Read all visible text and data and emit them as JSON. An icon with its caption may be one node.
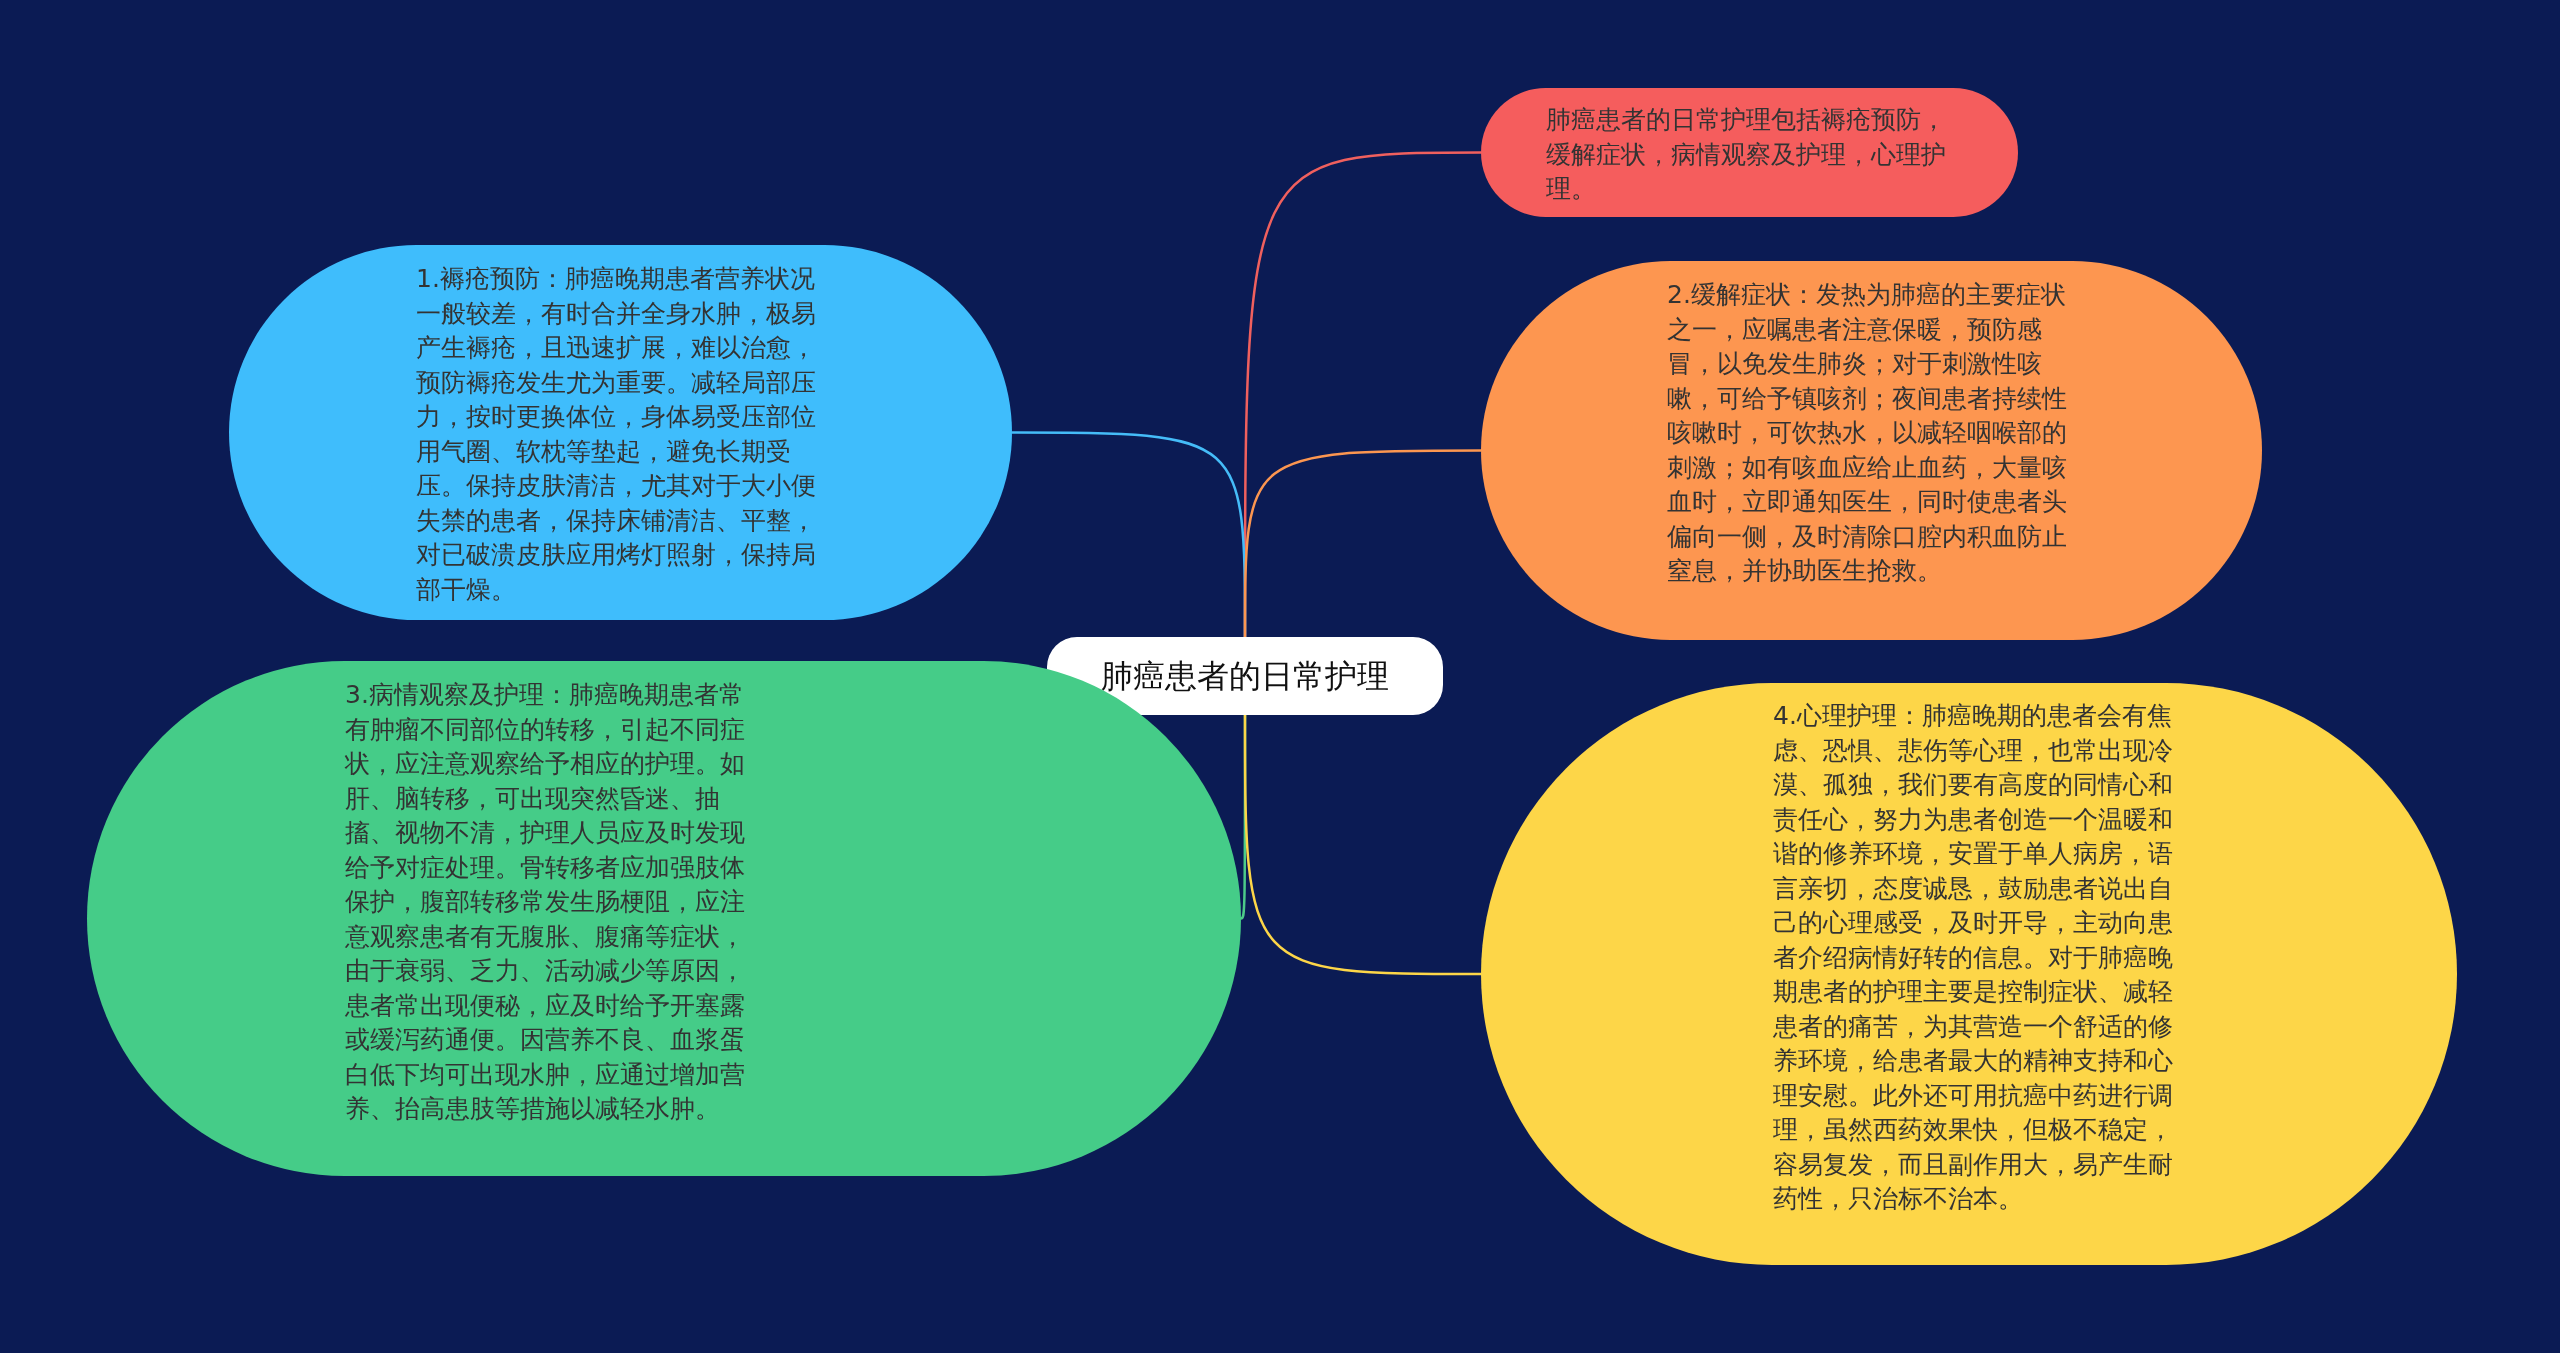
{
  "diagram": {
    "nodes": [
      {
        "text": [
          "肺癌患者的日常护理"
        ]
      },
      {
        "text": [
          "肺癌患者的日常护理包括褥疮预防，缓解症状，病情观察及护理，心理护理。"
        ]
      },
      {
        "text": [
          "1.褥疮预防：肺癌晚期患者营养状况一般较差，有时合并全身水肿，极易产生褥疮，且迅速扩展，难以治愈，预防褥疮发生尤为重要。减轻局部压力，按时更换体位，身体易受压部位用气圈、软枕等垫起，避免长期受压。保持皮肤清洁，尤其对于大小便失禁的患者，保持床铺清洁、平整，对已破溃皮肤应用烤灯照射，保持局部干燥。"
        ]
      },
      {
        "text": [
          "2.缓解症状：发热为肺癌的主要症状之一，应嘱患者注意保暖，预防感冒，以免发生肺炎；对于刺激性咳嗽，可给予镇咳剂；夜间患者持续性咳嗽时，可饮热水，以减轻咽喉部的刺激；如有咳血应给止血药，大量咳血时，立即通知医生，同时使患者头偏向一侧，及时清除口腔内积血防止窒息，并协助医生抢救。"
        ]
      },
      {
        "text": [
          "3.病情观察及护理：肺癌晚期患者常有肿瘤不同部位的转移，引起不同症状，应注意观察给予相应的护理。如肝、脑转移，可出现突然昏迷、抽搐、视物不清，护理人员应及时发现给予对症处理。骨转移者应加强肢体保护，腹部转移常发生肠梗阻，应注意观察患者有无腹胀、腹痛等症状，由于衰弱、乏力、活动减少等原因，患者常出现便秘，应及时给予开塞露或缓泻药通便。因营养不良、血浆蛋白低下均可出现水肿，应通过增加营养、抬高患肢等措施以减轻水肿。"
        ]
      },
      {
        "text": [
          "4.心理护理：肺癌晚期的患者会有焦虑、恐惧、悲伤等心理，也常出现冷漠、孤独，我们要有高度的同情心和责任心，努力为患者创造一个温暖和谐的修养环境，安置于单人病房，语言亲切，态度诚恳，鼓励患者说出自己的心理感受，及时开导，主动向患者介绍病情好转的信息。对于肺癌晚期患者的护理主要是控制症状、减轻患者的痛苦，为其营造一个舒适的修养环境，给患者最大的精神支持和心理安慰。此外还可用抗癌中药进行调理，虽然西药效果快，但极不稳定，容易复发，而且副作用大，易产生耐药性，只治标不治本。"
        ]
      }
    ],
    "edges": [
      {
        "from": 0,
        "to": 1,
        "arrow": "none",
        "color": "#f0605e"
      },
      {
        "from": 0,
        "to": 2,
        "arrow": "none",
        "color": "#45bcf8"
      },
      {
        "from": 0,
        "to": 3,
        "arrow": "none",
        "color": "#fc9650"
      },
      {
        "from": 0,
        "to": 4,
        "arrow": "none",
        "color": "#4ccb89"
      },
      {
        "from": 0,
        "to": 5,
        "arrow": "none",
        "color": "#fdd648"
      }
    ]
  }
}
